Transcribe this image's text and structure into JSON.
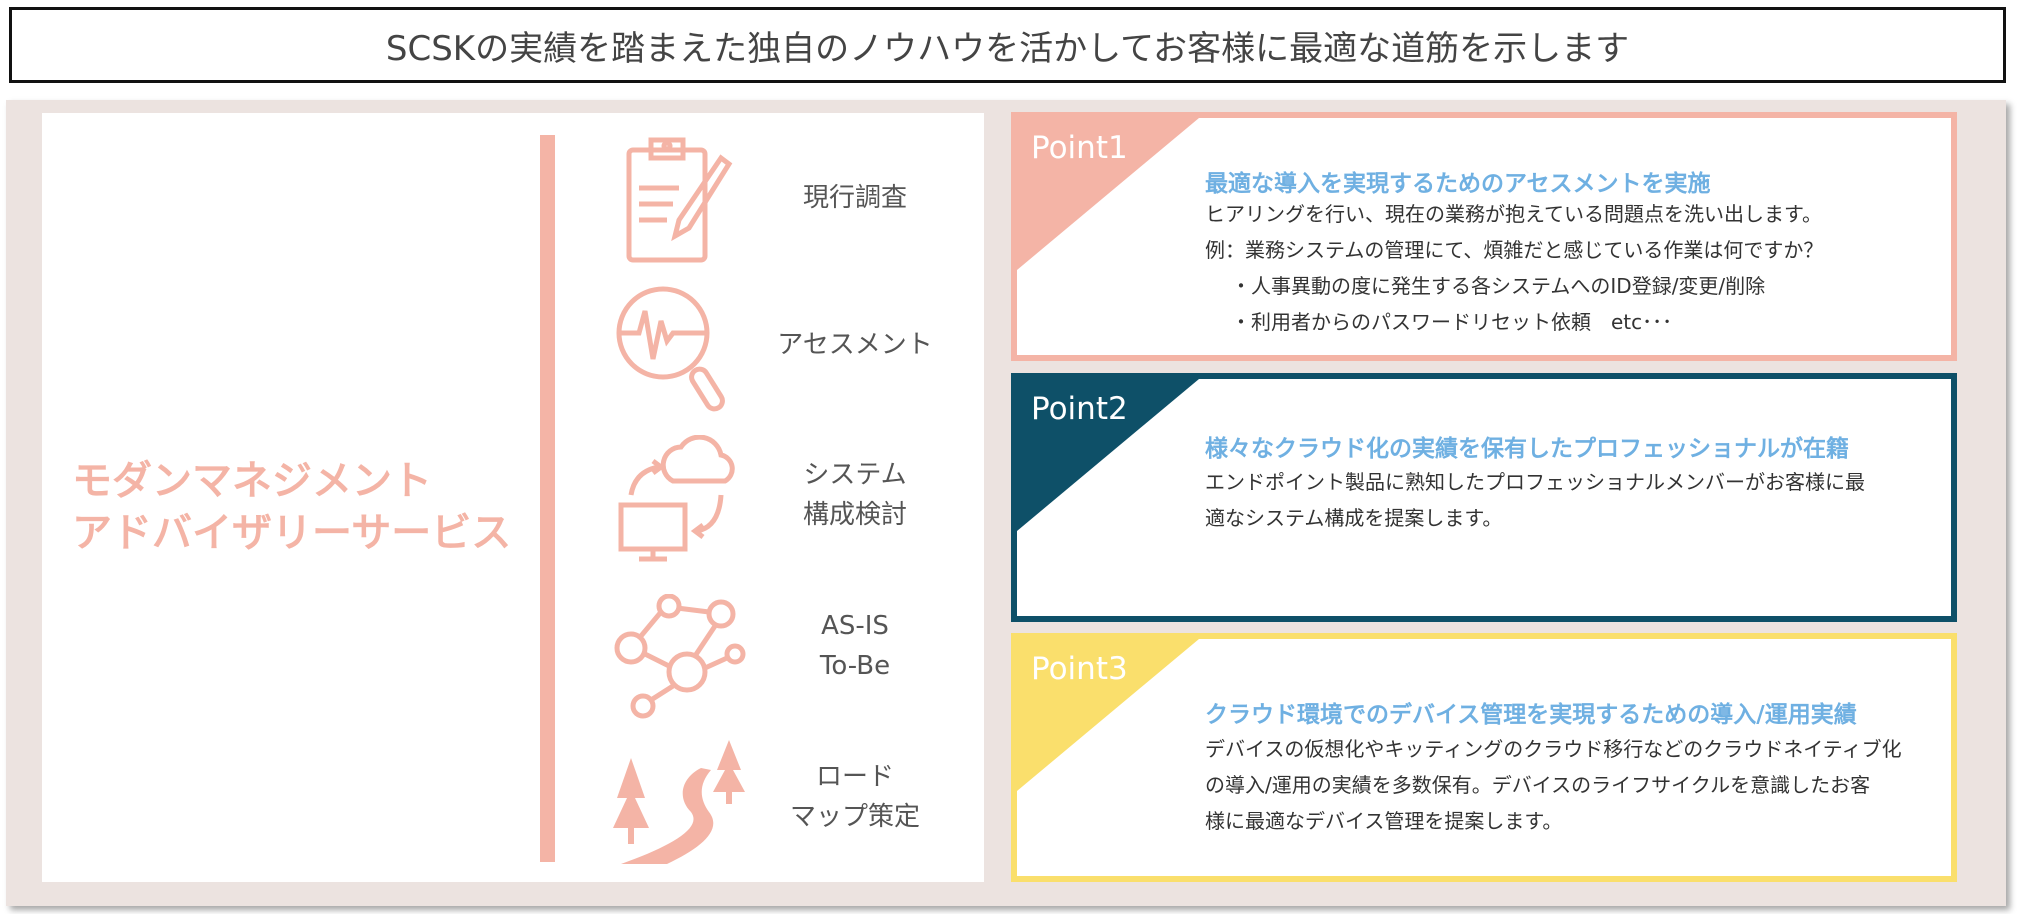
{
  "header": {
    "title": "SCSKの実績を踏まえた独自のノウハウを活かしてお客様に最適な道筋を示します"
  },
  "service": {
    "title_line1": "モダンマネジメント",
    "title_line2": "アドバイザリーサービス"
  },
  "steps": [
    {
      "icon": "clipboard-pencil-icon",
      "line1": "現行調査",
      "line2": ""
    },
    {
      "icon": "magnifier-pulse-icon",
      "line1": "アセスメント",
      "line2": ""
    },
    {
      "icon": "cloud-monitor-sync-icon",
      "line1": "システム",
      "line2": "構成検討"
    },
    {
      "icon": "people-network-icon",
      "line1": "AS-IS",
      "line2": "To-Be"
    },
    {
      "icon": "road-trees-icon",
      "line1": "ロード",
      "line2": "マップ策定"
    }
  ],
  "colors": {
    "pink": "#f4b4a6",
    "teal": "#0e5068",
    "yellow": "#fadf6c",
    "heading_blue": "#6fb0e2",
    "panel": "#ece3e0"
  },
  "points": [
    {
      "label": "Point1",
      "heading": "最適な導入を実現するためのアセスメントを実施",
      "lines": [
        "ヒアリングを行い、現在の業務が抱えている問題点を洗い出します。",
        "例：業務システムの管理にて、煩雑だと感じている作業は何ですか？",
        "・人事異動の度に発生する各システムへのID登録/変更/削除",
        "・利用者からのパスワードリセット依頼　etc･･･"
      ]
    },
    {
      "label": "Point2",
      "heading": "様々なクラウド化の実績を保有したプロフェッショナルが在籍",
      "lines": [
        "エンドポイント製品に熟知したプロフェッショナルメンバーがお客様に最",
        "適なシステム構成を提案します。"
      ]
    },
    {
      "label": "Point3",
      "heading": "クラウド環境でのデバイス管理を実現するための導入/運用実績",
      "lines": [
        "デバイスの仮想化やキッティングのクラウド移行などのクラウドネイティブ化",
        "の導入/運用の実績を多数保有。デバイスのライフサイクルを意識したお客",
        "様に最適なデバイス管理を提案します。"
      ]
    }
  ]
}
